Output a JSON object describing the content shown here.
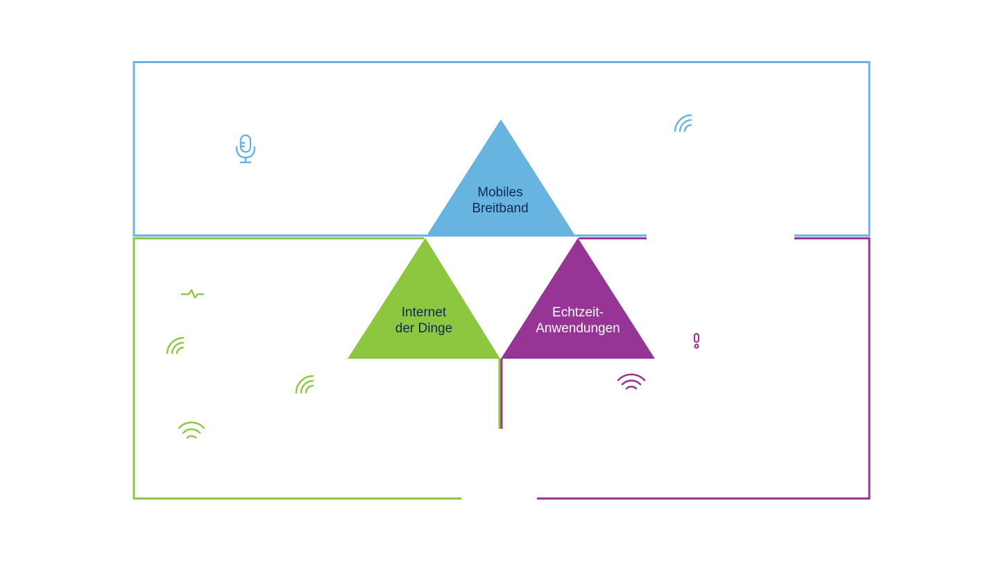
{
  "colors": {
    "blue": "#68b4e0",
    "green": "#8dc63f",
    "purple": "#963596",
    "label_dark": "#0d2a55",
    "label_light": "#ffffff"
  },
  "segments": {
    "mobiles_breitband": {
      "label_line1": "Mobiles",
      "label_line2": "Breitband",
      "icons": [
        "microphone-icon",
        "wifi-corner-icon"
      ]
    },
    "internet_der_dinge": {
      "label_line1": "Internet",
      "label_line2": "der Dinge",
      "icons": [
        "heartbeat-icon",
        "wifi-corner-icon",
        "wifi-corner-icon",
        "wifi-arc-icon"
      ]
    },
    "echtzeit_anwendungen": {
      "label_line1": "Echtzeit-",
      "label_line2": "Anwendungen",
      "icons": [
        "alert-icon",
        "wifi-arc-icon"
      ]
    }
  }
}
